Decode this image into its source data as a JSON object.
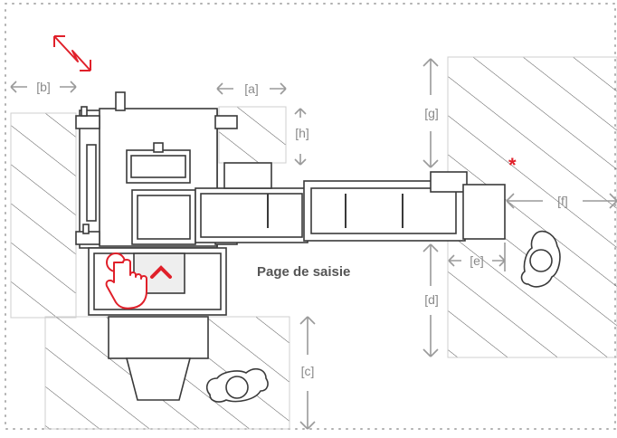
{
  "labels": {
    "a": "[a]",
    "b": "[b]",
    "c": "[c]",
    "d": "[d]",
    "e": "[e]",
    "f": "[f]",
    "g": "[g]",
    "h": "[h]"
  },
  "page_label": "Page de saisie",
  "asterisk": "*",
  "colors": {
    "accent_red": "#e0202a",
    "dimension_gray": "#9a9a9a",
    "frame_dot": "#b0b0b0",
    "line": "#3a3a3a",
    "hatch": "#555555"
  },
  "icons": {
    "hand": "touch-hand-icon",
    "up": "chevron-up-icon",
    "operator": "operator-person-icon",
    "orientation": "orientation-arrow-icon"
  }
}
